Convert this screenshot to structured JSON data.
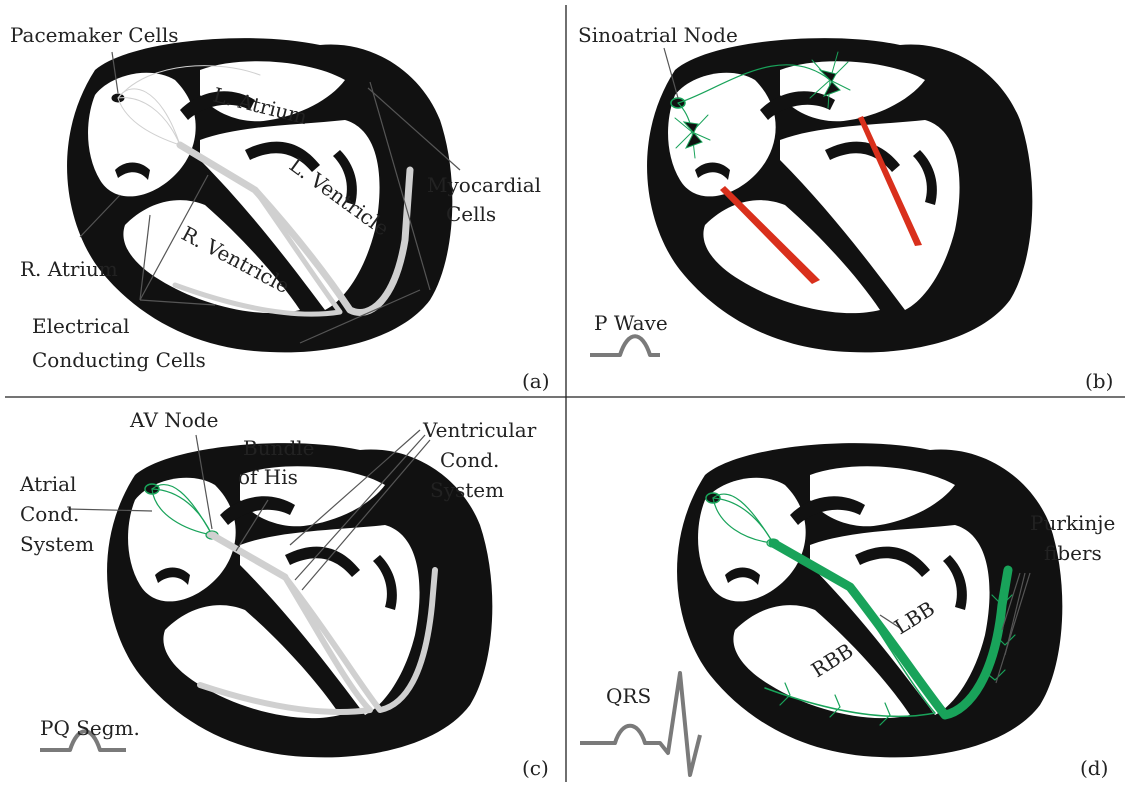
{
  "panels": {
    "a": {
      "tag": "(a)",
      "labels": {
        "pacemaker": "Pacemaker Cells",
        "l_atrium": "L. Atrium",
        "l_ventricle": "L. Ventricle",
        "myocardial_1": "Myocardial",
        "myocardial_2": "Cells",
        "r_atrium": "R. Atrium",
        "r_ventricle": "R. Ventricle",
        "electrical_1": "Electrical",
        "electrical_2": "Conducting Cells"
      }
    },
    "b": {
      "tag": "(b)",
      "labels": {
        "sinoatrial": "Sinoatrial Node",
        "wave": "P Wave"
      }
    },
    "c": {
      "tag": "(c)",
      "labels": {
        "av_node": "AV Node",
        "bundle_1": "Bundle",
        "bundle_2": "of His",
        "ventricular_1": "Ventricular",
        "ventricular_2": "Cond.",
        "ventricular_3": "System",
        "atrial_1": "Atrial",
        "atrial_2": "Cond.",
        "atrial_3": "System",
        "segment": "PQ Segm."
      }
    },
    "d": {
      "tag": "(d)",
      "labels": {
        "purkinje_1": "Purkinje",
        "purkinje_2": "fibers",
        "lbb": "LBB",
        "rbb": "RBB",
        "qrs": "QRS"
      }
    }
  },
  "colors": {
    "heart": "#111111",
    "grey_conduction": "#d0d0d0",
    "green_conduction": "#19a35a",
    "arrow_red": "#d9301c",
    "ecg": "#7a7a7a"
  }
}
